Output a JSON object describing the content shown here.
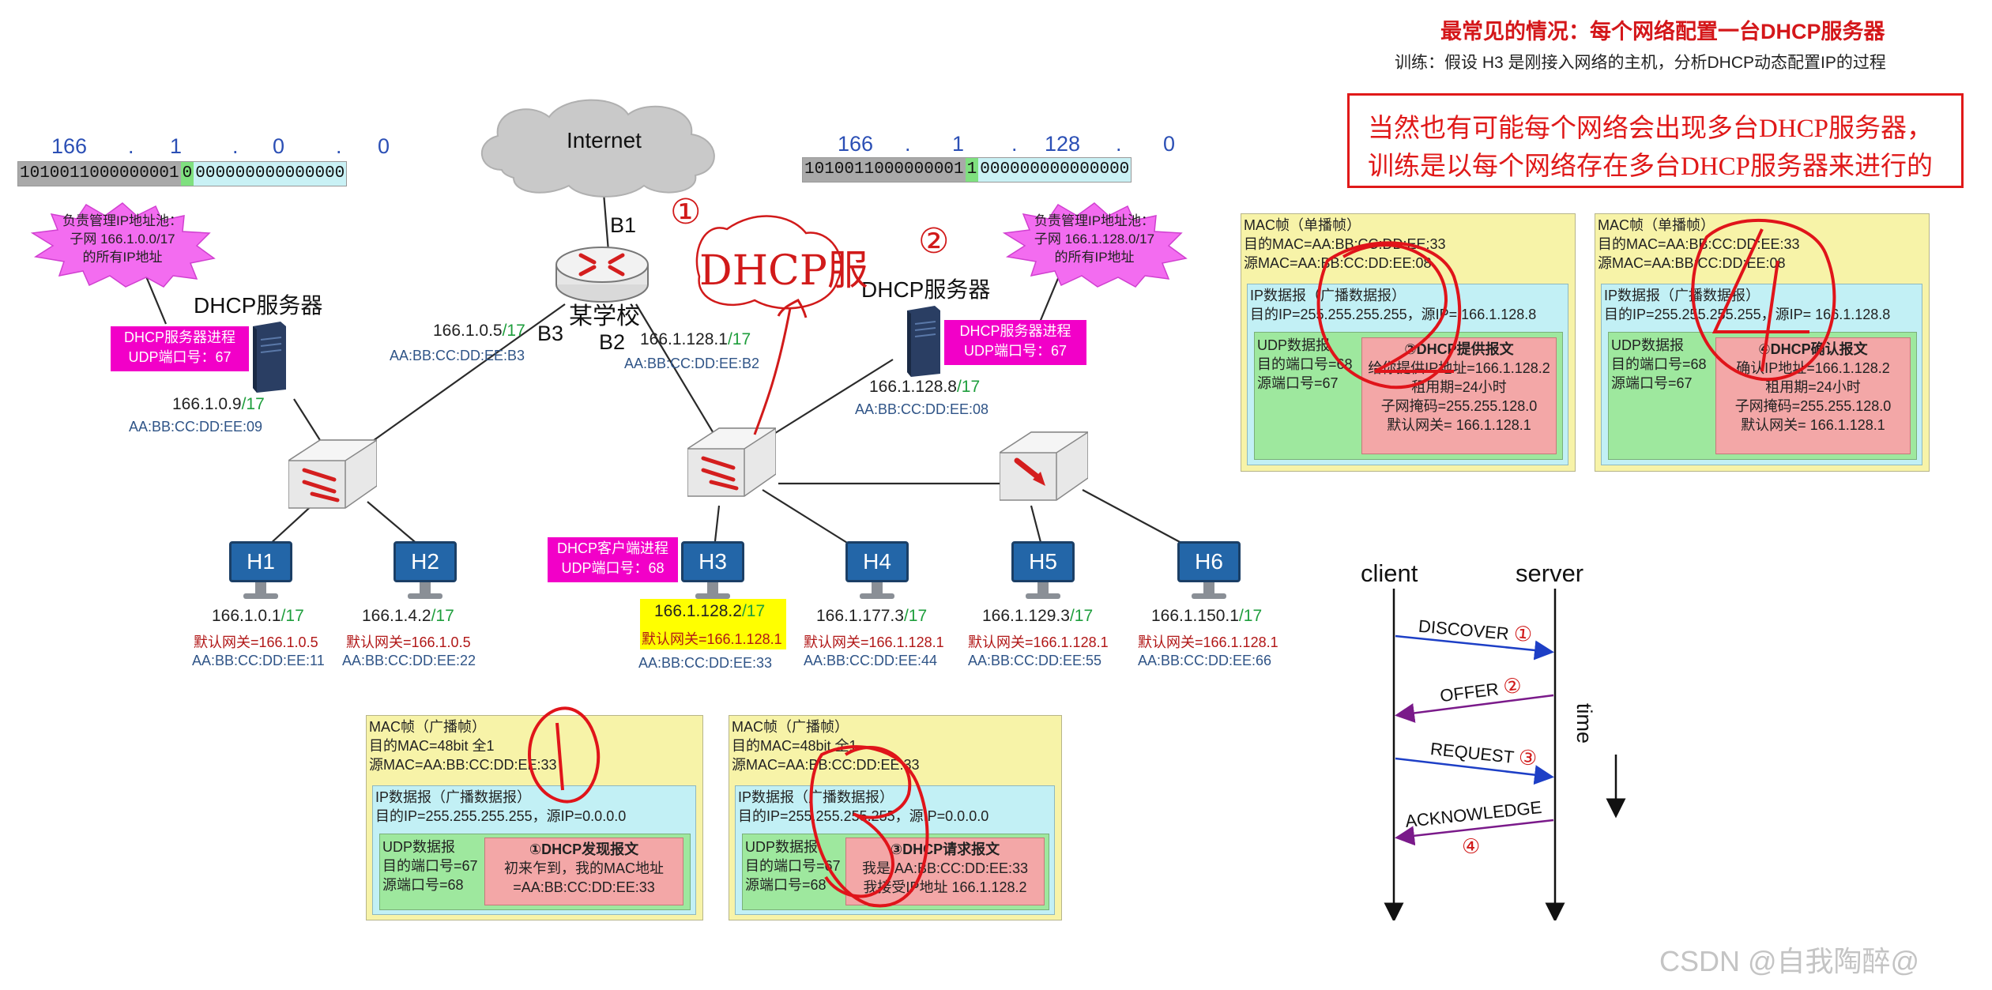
{
  "header": {
    "title": "最常见的情况：每个网络配置一台DHCP服务器",
    "subtitle": "训练：假设 H3 是刚接入网络的主机，分析DHCP动态配置IP的过程",
    "note_line1": "当然也有可能每个网络会出现多台DHCP服务器，",
    "note_line2": "训练是以每个网络存在多台DHCP服务器来进行的"
  },
  "colors": {
    "title_red": "#d4171a",
    "note_border": "#e01919",
    "mask_green": "#1e9e3c",
    "gateway_red": "#b11717",
    "mac_blue": "#2f5487",
    "pink": "#f200c8",
    "frame_yellow": "#f7f3a8",
    "ip_cyan": "#c2f0f5",
    "udp_green": "#9ee89e",
    "msg_red": "#f3a7a7",
    "arrow_blue": "#1d3fc6",
    "arrow_purple": "#7a1a8a",
    "handwriting": "#d11a1a"
  },
  "left_net": {
    "octets": [
      "166",
      ".",
      "1",
      ".",
      "0",
      ".",
      "0"
    ],
    "bits_net": "1010011000000001",
    "bits_bit": "0",
    "bits_host": "000000000000000",
    "pool_cloud": [
      "负责管理IP地址池：",
      "子网 166.1.0.0/17",
      "的所有IP地址"
    ],
    "server_label": "DHCP服务器",
    "server_process": [
      "DHCP服务器进程",
      "UDP端口号：67"
    ],
    "server_ip": "166.1.0.9",
    "server_mask": "/17",
    "server_mac": "AA:BB:CC:DD:EE:09"
  },
  "right_net": {
    "octets": [
      "166",
      ".",
      "1",
      ".",
      "128",
      ".",
      "0"
    ],
    "bits_net": "1010011000000001",
    "bits_bit": "1",
    "bits_host": "000000000000000",
    "pool_cloud": [
      "负责管理IP地址池：",
      "子网 166.1.128.0/17",
      "的所有IP地址"
    ],
    "server_label": "DHCP服务器",
    "server_process": [
      "DHCP服务器进程",
      "UDP端口号：67"
    ],
    "server_ip": "166.1.128.8",
    "server_mask": "/17",
    "server_mac": "AA:BB:CC:DD:EE:08"
  },
  "internet": {
    "label": "Internet"
  },
  "router": {
    "label": "某学校",
    "b1": "B1",
    "b2": "B2",
    "b3": "B3",
    "b3_ip": "166.1.0.5",
    "b3_mask": "/17",
    "b3_mac": "AA:BB:CC:DD:EE:B3",
    "b2_ip": "166.1.128.1",
    "b2_mask": "/17",
    "b2_mac": "AA:BB:CC:DD:EE:B2"
  },
  "hosts": [
    {
      "name": "H1",
      "ip": "166.1.0.1",
      "mask": "/17",
      "gw": "默认网关=166.1.0.5",
      "mac": "AA:BB:CC:DD:EE:11"
    },
    {
      "name": "H2",
      "ip": "166.1.4.2",
      "mask": "/17",
      "gw": "默认网关=166.1.0.5",
      "mac": "AA:BB:CC:DD:EE:22"
    },
    {
      "name": "H3",
      "ip": "166.1.128.2",
      "mask": "/17",
      "gw": "默认网关=166.1.128.1",
      "mac": "AA:BB:CC:DD:EE:33"
    },
    {
      "name": "H4",
      "ip": "166.1.177.3",
      "mask": "/17",
      "gw": "默认网关=166.1.128.1",
      "mac": "AA:BB:CC:DD:EE:44"
    },
    {
      "name": "H5",
      "ip": "166.1.129.3",
      "mask": "/17",
      "gw": "默认网关=166.1.128.1",
      "mac": "AA:BB:CC:DD:EE:55"
    },
    {
      "name": "H6",
      "ip": "166.1.150.1",
      "mask": "/17",
      "gw": "默认网关=166.1.128.1",
      "mac": "AA:BB:CC:DD:EE:66"
    }
  ],
  "client_process": [
    "DHCP客户端进程",
    "UDP端口号：68"
  ],
  "handwriting": {
    "n1": "①",
    "n2": "②",
    "dhcp": "DHCP服"
  },
  "frames": {
    "f1": {
      "mac": [
        "MAC帧（广播帧）",
        "目的MAC=48bit 全1",
        "源MAC=AA:BB:CC:DD:EE:33"
      ],
      "ip": [
        "IP数据报（广播数据报）",
        "目的IP=255.255.255.255，源IP=0.0.0.0"
      ],
      "udp": [
        "UDP数据报",
        "目的端口号=67",
        "源端口号=68"
      ],
      "msg": [
        "①DHCP发现报文",
        "初来乍到，我的MAC地址",
        "=AA:BB:CC:DD:EE:33"
      ]
    },
    "f3": {
      "mac": [
        "MAC帧（广播帧）",
        "目的MAC=48bit 全1",
        "源MAC=AA:BB:CC:DD:EE:33"
      ],
      "ip": [
        "IP数据报（广播数据报）",
        "目的IP=255.255.255.255，源IP=0.0.0.0"
      ],
      "udp": [
        "UDP数据报",
        "目的端口号=67",
        "源端口号=68"
      ],
      "msg": [
        "③DHCP请求报文",
        "我是 AA:BB:CC:DD:EE:33",
        "我接受IP地址 166.1.128.2"
      ]
    },
    "f2": {
      "mac": [
        "MAC帧（单播帧）",
        "目的MAC=AA:BB:CC:DD:EE:33",
        "源MAC=AA:BB:CC:DD:EE:08"
      ],
      "ip": [
        "IP数据报（广播数据报）",
        "目的IP=255.255.255.255，源IP= 166.1.128.8"
      ],
      "udp": [
        "UDP数据报",
        "目的端口号=68",
        "源端口号=67"
      ],
      "msg": [
        "②DHCP提供报文",
        "给你提供IP地址=166.1.128.2",
        "租用期=24小时",
        "子网掩码=255.255.128.0",
        "默认网关= 166.1.128.1"
      ]
    },
    "f4": {
      "mac": [
        "MAC帧（单播帧）",
        "目的MAC=AA:BB:CC:DD:EE:33",
        "源MAC=AA:BB:CC:DD:EE:08"
      ],
      "ip": [
        "IP数据报（广播数据报）",
        "目的IP=255.255.255.255，源IP= 166.1.128.8"
      ],
      "udp": [
        "UDP数据报",
        "目的端口号=68",
        "源端口号=67"
      ],
      "msg": [
        "④DHCP确认报文",
        "确认IP地址=166.1.128.2",
        "租用期=24小时",
        "子网掩码=255.255.128.0",
        "默认网关= 166.1.128.1"
      ]
    }
  },
  "sequence": {
    "client": "client",
    "server": "server",
    "time": "time",
    "steps": [
      {
        "label": "DISCOVER",
        "num": "①"
      },
      {
        "label": "OFFER",
        "num": "②"
      },
      {
        "label": "REQUEST",
        "num": "③"
      },
      {
        "label": "ACKNOWLEDGE",
        "num": "④"
      }
    ]
  },
  "watermark": "CSDN @自我陶醉@"
}
